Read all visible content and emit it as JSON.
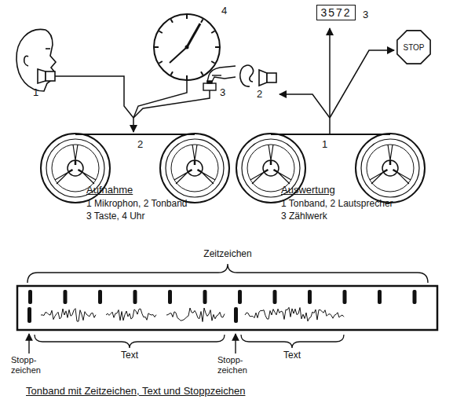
{
  "diagram": {
    "caption": "Tonband mit Zeitzeichen, Text und Stoppzeichen",
    "nodes": [
      {
        "text": [
          "3572"
        ]
      },
      {
        "text": [
          "STOP"
        ]
      }
    ],
    "labels": [
      "1",
      "4",
      "3",
      "2",
      "Aufnahme",
      "1 Mikrophon, 2 Tonband",
      "3 Taste, 4 Uhr",
      "3",
      "2",
      "1",
      "Auswertung",
      "1 Tonband, 2 Lautsprecher",
      "3 Zählwerk",
      "Zeitzeichen",
      "Text",
      "Text",
      "Stopp- zeichen",
      "Stopp- zeichen"
    ]
  }
}
